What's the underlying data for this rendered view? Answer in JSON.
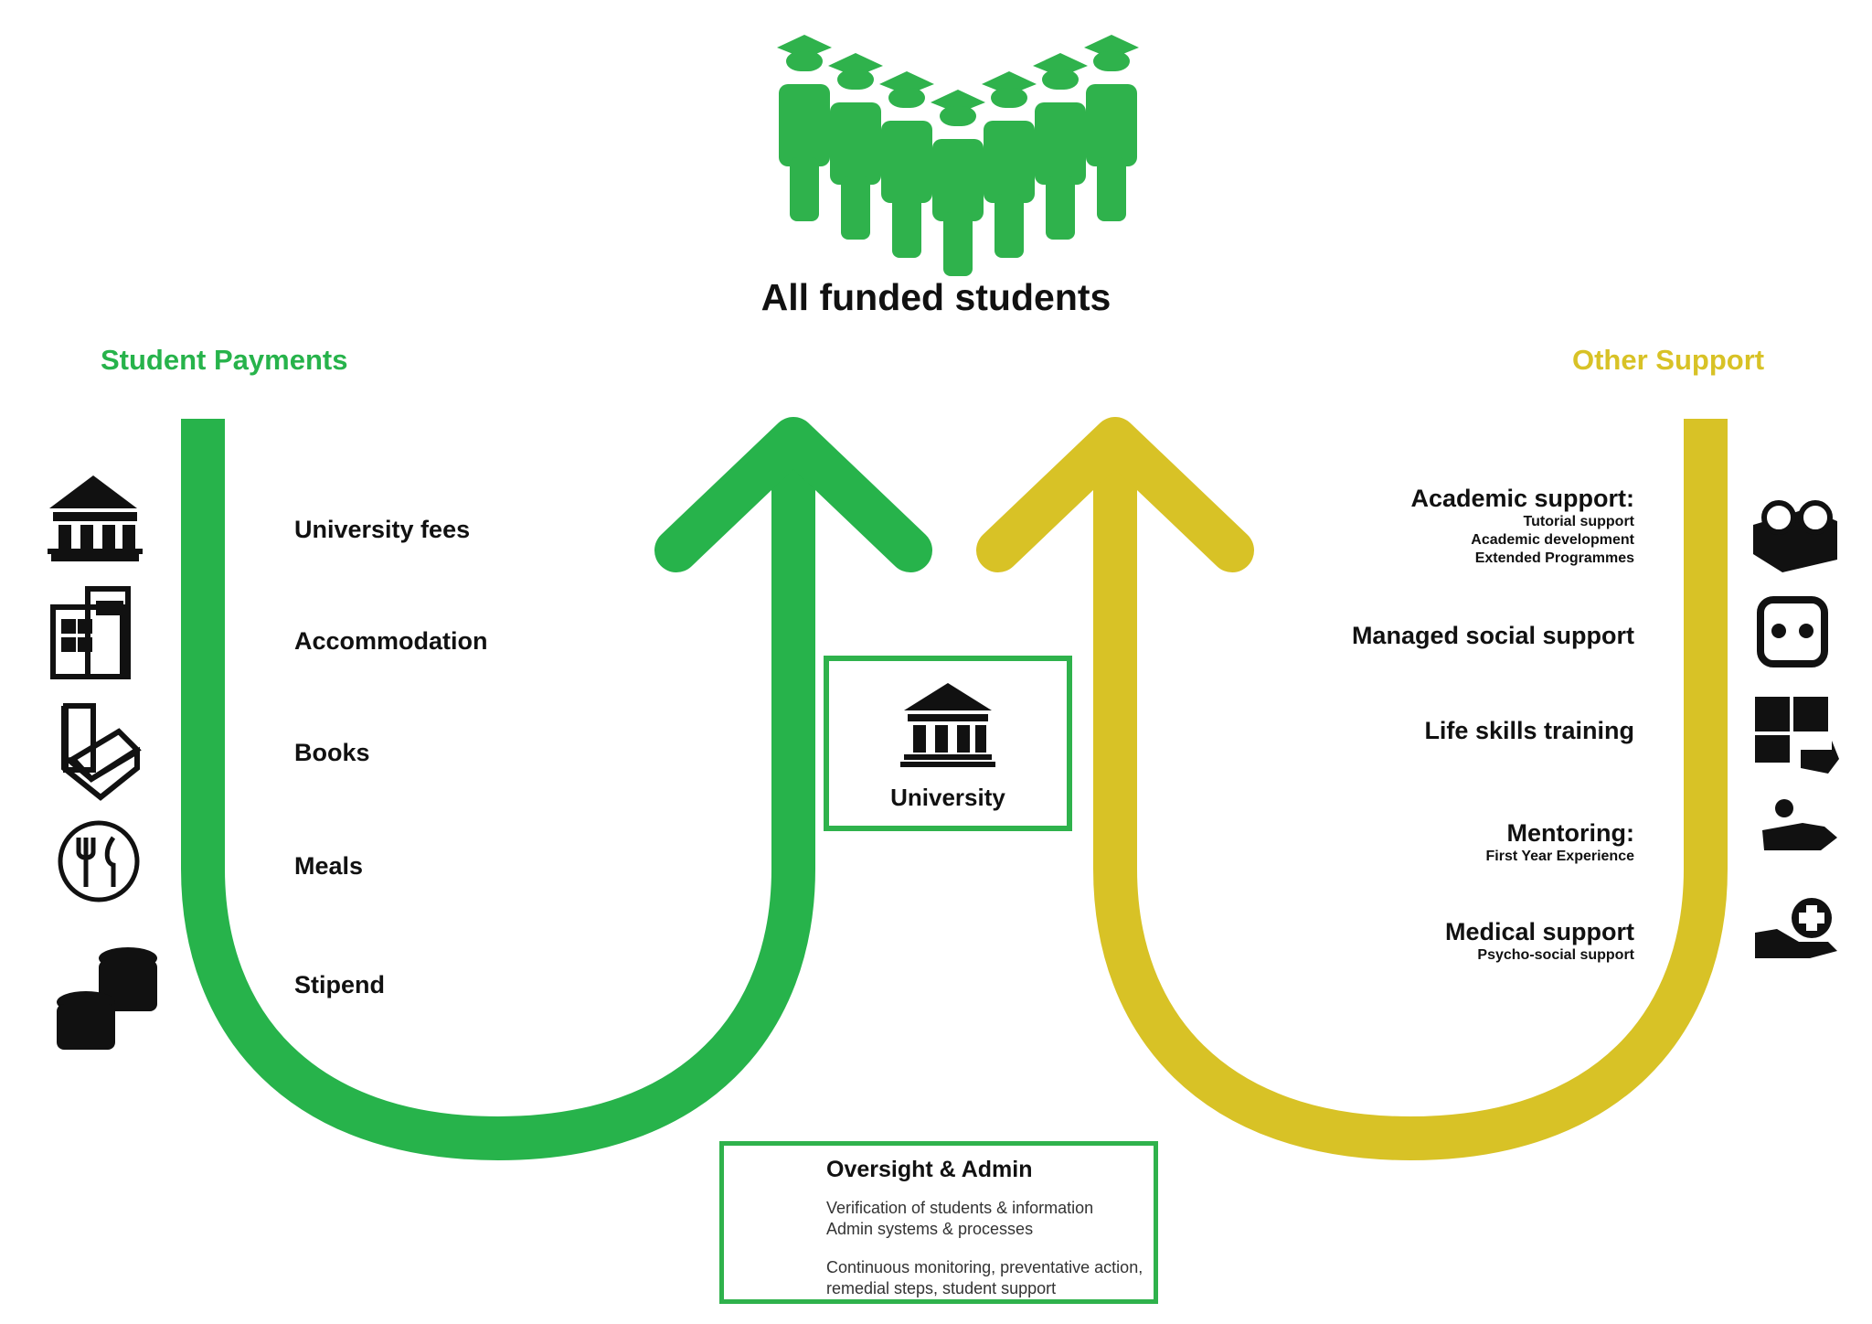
{
  "title": "All funded students",
  "student_payments": {
    "heading": "Student Payments",
    "items": [
      "University fees",
      "Accommodation",
      "Books",
      "Meals",
      "Stipend"
    ]
  },
  "other_support": {
    "heading": "Other Support",
    "items": [
      {
        "label": "Academic support:",
        "subs": [
          "Tutorial support",
          "Academic development",
          "Extended Programmes"
        ]
      },
      {
        "label": "Managed social support",
        "subs": []
      },
      {
        "label": "Life skills training",
        "subs": []
      },
      {
        "label": "Mentoring:",
        "subs": [
          "First Year Experience"
        ]
      },
      {
        "label": "Medical support",
        "subs": [
          "Psycho-social support"
        ]
      }
    ]
  },
  "university": {
    "label": "University"
  },
  "oversight": {
    "title": "Oversight & Admin",
    "lines": [
      "Verification of students & information",
      "Admin systems & processes",
      "Continuous monitoring, preventative action,",
      "remedial steps, student support"
    ]
  },
  "icons": {
    "students": "graduates-group-icon",
    "left": [
      "university-building-icon",
      "office-building-icon",
      "books-icon",
      "fork-knife-icon",
      "coins-icon"
    ],
    "right": [
      "book-glasses-icon",
      "social-support-icon",
      "puzzle-icon",
      "mentor-icon",
      "medical-hand-icon"
    ],
    "oversight": [
      "magnifier-eye-icon",
      "gears-icon",
      "clipboard-check-icon"
    ]
  },
  "colors": {
    "green": "#27b34b",
    "yellow": "#d8c226",
    "text": "#111111"
  }
}
